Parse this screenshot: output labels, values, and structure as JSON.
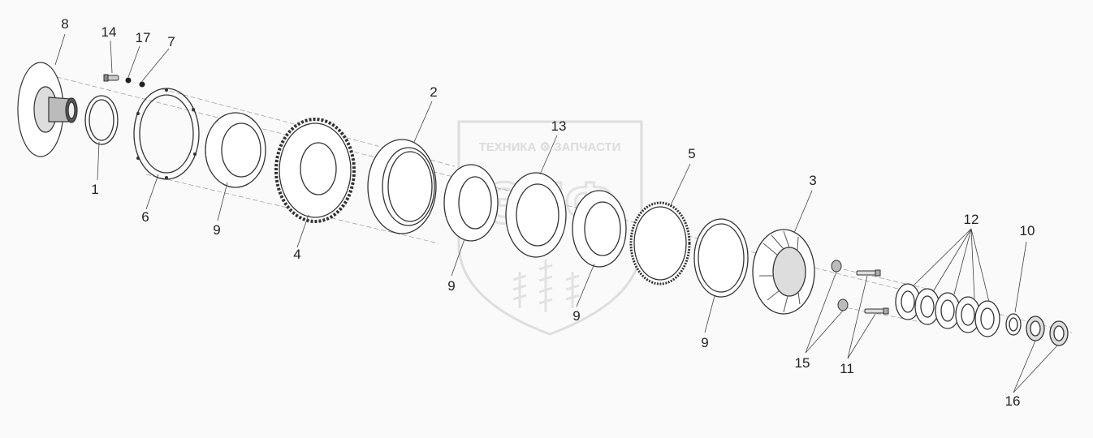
{
  "watermark": {
    "brand": "ТЕХНИКА ⚙ ЗАПЧАСТИ",
    "logo_letters": "ЭЛФ",
    "color": "#c8c8c8"
  },
  "stroke_color": "#333333",
  "callouts": {
    "c1": "1",
    "c2": "2",
    "c3": "3",
    "c4": "4",
    "c5": "5",
    "c6": "6",
    "c7": "7",
    "c8": "8",
    "c9a": "9",
    "c9b": "9",
    "c9c": "9",
    "c9d": "9",
    "c10": "10",
    "c11": "11",
    "c12": "12",
    "c13": "13",
    "c14": "14",
    "c15": "15",
    "c16": "16",
    "c17": "17"
  }
}
